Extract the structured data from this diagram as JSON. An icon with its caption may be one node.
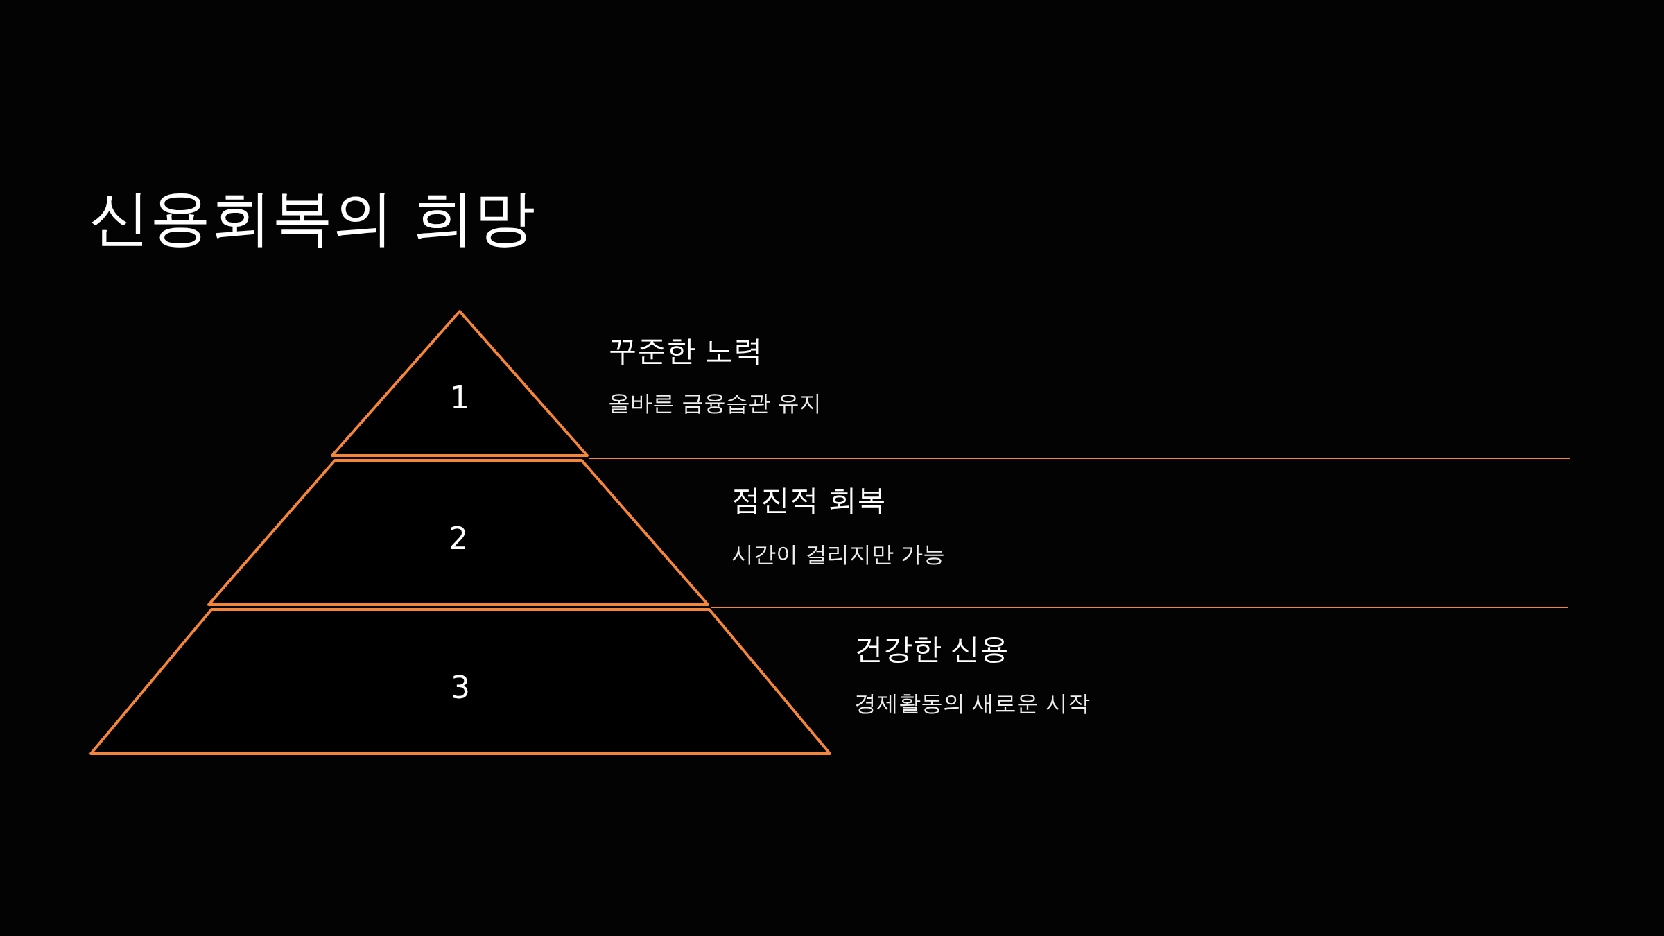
{
  "diagram": {
    "title": "신용회복의 희망",
    "nodes": [
      {
        "text": [
          "1"
        ],
        "beside": [
          "꾸준한 노력",
          "올바른 금융습관 유지"
        ]
      },
      {
        "text": [
          "2"
        ],
        "beside": [
          "점진적 회복",
          "시간이 걸리지만 가능"
        ]
      },
      {
        "text": [
          "3"
        ],
        "beside": [
          "건강한 신용",
          "경제활동의 새로운 시작"
        ]
      }
    ],
    "edges": []
  }
}
